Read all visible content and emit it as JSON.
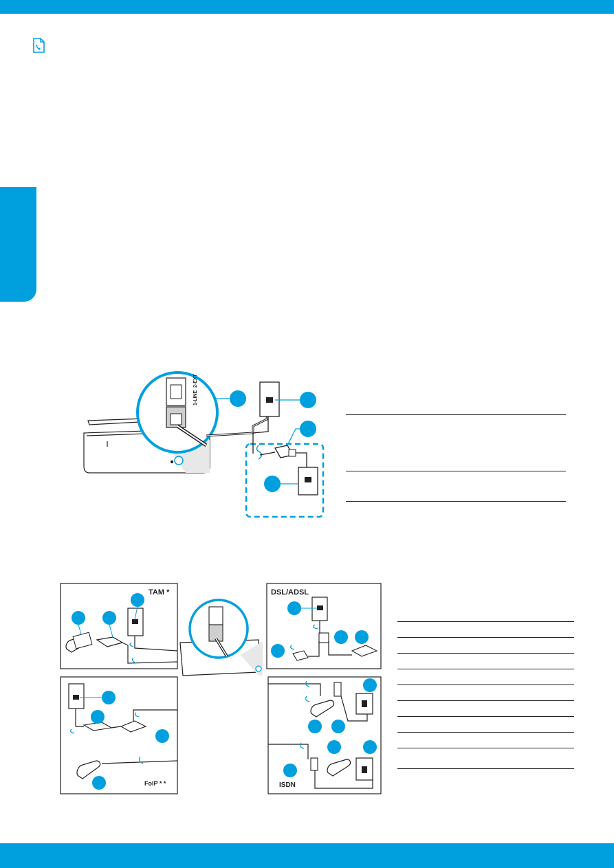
{
  "colors": {
    "accent": "#00a0df",
    "line": "#231f20",
    "device_fill": "#ffffff"
  },
  "icons": {
    "header": "fax-phone-icon"
  },
  "diagram_main": {
    "port_label_line": "1-LINE",
    "port_label_ext": "2-EXT"
  },
  "diagram_set": {
    "tam_label": "TAM *",
    "dsl_label": "DSL/ADSL",
    "voip_label": "FoIP * *",
    "isdn_label": "ISDN"
  }
}
